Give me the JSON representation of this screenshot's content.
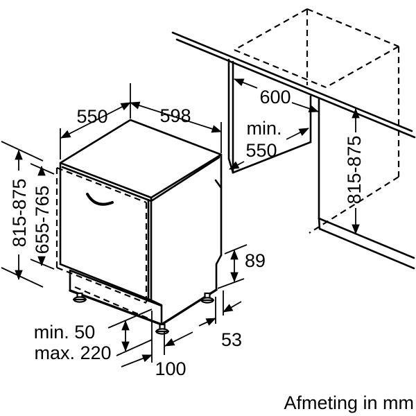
{
  "footer_note": "Afmeting in mm",
  "dimensions": {
    "top_depth": "550",
    "top_width": "598",
    "niche_width": "600",
    "niche_depth_prefix": "min.",
    "niche_depth_value": "550",
    "appliance_height": "815-875",
    "door_panel_height": "655-765",
    "niche_height": "815-875",
    "rear_recess_height": "89",
    "rear_recess_depth": "53",
    "rear_foot_offset": "100",
    "plinth_clearance_min": "min. 50",
    "plinth_clearance_max": "max. 220"
  }
}
